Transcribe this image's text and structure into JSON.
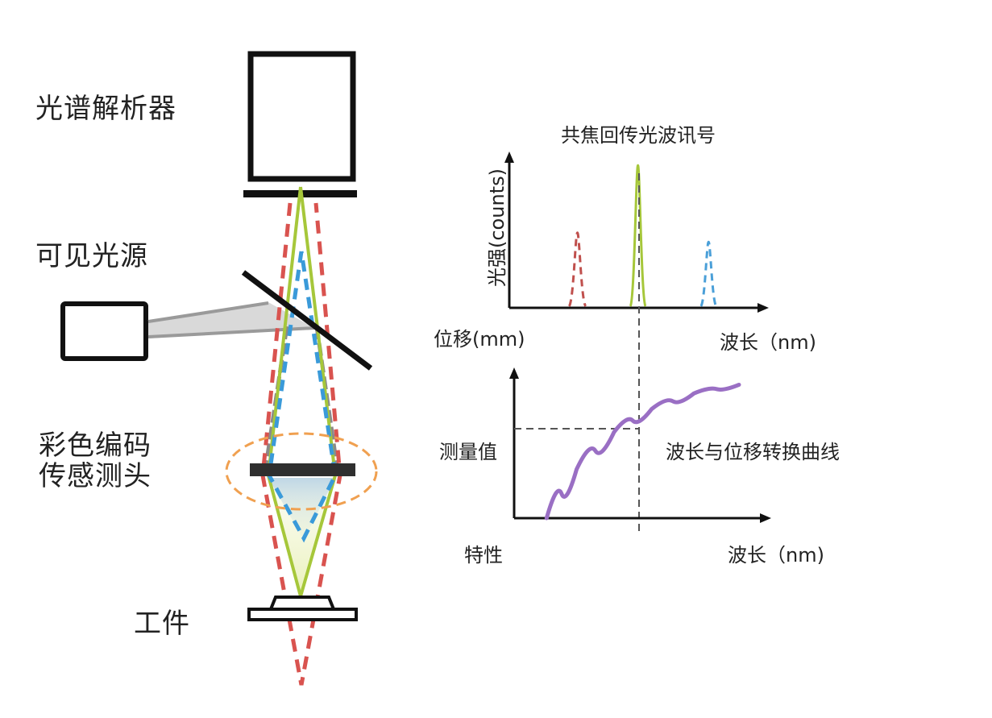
{
  "left": {
    "spectrometer_label": "光谱解析器",
    "light_source_label": "可见光源",
    "probe_label_line1": "彩色编码",
    "probe_label_line2": "传感测头",
    "workpiece_label": "工件"
  },
  "chart_data": [
    {
      "type": "line",
      "title": "共焦回传光波讯号",
      "xlabel": "波长（nm)",
      "ylabel": "光强(counts)",
      "extra_label": "位移(mm)",
      "series": [
        {
          "line_style": "dashed",
          "color": "#c0504d",
          "peak_x": 0.27,
          "peak_height": 0.48,
          "halfwidth": 0.065
        },
        {
          "line_style": "solid",
          "color": "#a6c73a",
          "peak_x": 0.51,
          "peak_height": 0.92,
          "halfwidth": 0.06
        },
        {
          "line_style": "dashed",
          "color": "#4a9fd8",
          "peak_x": 0.79,
          "peak_height": 0.42,
          "halfwidth": 0.06
        }
      ]
    },
    {
      "type": "line",
      "xlabel": "波长（nm)",
      "ylabel": "测量值",
      "extra_label": "特性",
      "curve_label": "波长与位移转换曲线",
      "series": [
        {
          "color": "#9a6fc4",
          "x": [
            0.13,
            0.25,
            0.4,
            0.55,
            0.72,
            0.9
          ],
          "y": [
            0.0,
            0.34,
            0.6,
            0.76,
            0.87,
            0.93
          ]
        }
      ]
    }
  ],
  "colors": {
    "red_beam": "#d9534f",
    "green_beam": "#a6c73a",
    "blue_beam": "#3a9ad9",
    "gray_beam": "#9a9a9a",
    "focus_ellipse": "#f0a050",
    "curve": "#9a6fc4"
  }
}
